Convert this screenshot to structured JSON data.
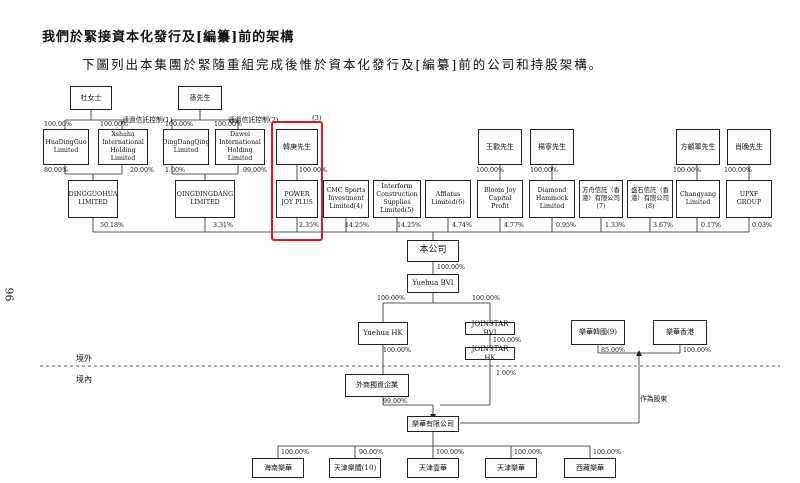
{
  "header": {
    "title": "我們於緊接資本化發行及[編纂]前的架構",
    "intro": "下圖列出本集團於緊隨重組完成後惟於資本化發行及[編纂]前的公司和持股架構。"
  },
  "page_number": "96",
  "top_persons": [
    {
      "id": "du",
      "label": "杜女士"
    },
    {
      "id": "sun",
      "label": "孫先生"
    },
    {
      "id": "han",
      "label": "韓庚先生"
    },
    {
      "id": "wang",
      "label": "王歡先生"
    },
    {
      "id": "yang",
      "label": "楊寧先生"
    },
    {
      "id": "fang",
      "label": "方顧軍先生"
    },
    {
      "id": "xiao",
      "label": "肖晚先生"
    }
  ],
  "trust_notes": {
    "du": "通過信託控制(1)",
    "sun": "通過信託控制(2)",
    "han": "(3)"
  },
  "holding_cos": [
    {
      "id": "huading",
      "label": "HuaDingGuo Limited"
    },
    {
      "id": "xshaha",
      "label": "Xshaha International Holding Limited"
    },
    {
      "id": "dingdang",
      "label": "DingDangQing Limited"
    },
    {
      "id": "dawei",
      "label": "Dawei International Holding Limited"
    },
    {
      "id": "changyang",
      "label": "Changyang Limited"
    }
  ],
  "shareholders": [
    {
      "id": "dinggh",
      "label": "DINGGUOHUA LIMITED",
      "pct": "50.18%"
    },
    {
      "id": "qingdd",
      "label": "QINGDINGDANG LIMITED",
      "pct": "3.31%"
    },
    {
      "id": "powerjoy",
      "label": "POWER JOY PLUS",
      "pct": "2.35%"
    },
    {
      "id": "cmc",
      "label": "CMC Sports Investment Limited(4)",
      "pct": "14.25%"
    },
    {
      "id": "interform",
      "label": "Interform Construction Supplies Limited(5)",
      "pct": "14.25%"
    },
    {
      "id": "afflatus",
      "label": "Afflatus Limited(6)",
      "pct": "4.74%"
    },
    {
      "id": "bloomjoy",
      "label": "Bloom Joy Capital Profit",
      "pct": "4.77%"
    },
    {
      "id": "diamond",
      "label": "Diamond Hammock Limited",
      "pct": "0.95%"
    },
    {
      "id": "fangzhou",
      "label": "方舟信託（香港）有限公司(7)",
      "pct": "1.33%"
    },
    {
      "id": "shengshi",
      "label": "盛石信託（香港）有限公司(8)",
      "pct": "3.67%"
    },
    {
      "id": "changyang_sh",
      "label": "Changyang Limited",
      "pct": "0.17%"
    },
    {
      "id": "upxf",
      "label": "UPXF GROUP",
      "pct": "0.03%"
    }
  ],
  "upper_pcts": {
    "du_huading": "100.00%",
    "du_xshaha": "100.00%",
    "sun_dingdang": "100.00%",
    "sun_dawei": "100.00%",
    "huading_dinggh": "80.00%",
    "xshaha_dinggh": "20.00%",
    "dingdang_qingdd": "1.00%",
    "dawei_qingdd": "99.00%",
    "han_powerjoy": "100.00%",
    "wang_bloomjoy": "100.00%",
    "yang_diamond": "100.00%",
    "fang_changyang": "100.00%",
    "xiao_upxf": "100.00%"
  },
  "company": {
    "label": "本公司",
    "pct": "100.00%"
  },
  "bvi": {
    "label": "Yuehua BVI",
    "pct_left": "100.00%",
    "pct_right": "100.00%"
  },
  "hk": {
    "label": "Yuehua HK",
    "pct": "100.00%"
  },
  "joinstar_bvi": {
    "label": "JOINSTAR BVI",
    "pct": "100.00%"
  },
  "joinstar_hk": {
    "label": "JOINSTAR HK",
    "pct": "1.00%"
  },
  "korea": {
    "label": "樂華韓國(9)",
    "pct": "85.00%"
  },
  "yuehua_hk2": {
    "label": "樂華香港",
    "pct": "100.00%"
  },
  "offshore": "境外",
  "onshore": "境內",
  "wfoe": {
    "label": "外商獨資企業",
    "pct": "99.00%"
  },
  "yuehua_co": {
    "label": "樂華有限公司"
  },
  "as_shareholder": "作為股東",
  "subsidiaries": [
    {
      "label": "海南樂華",
      "pct": "100.00%"
    },
    {
      "label": "天津樂體(10)",
      "pct": "90.00%"
    },
    {
      "label": "天津壹華",
      "pct": "100.00%"
    },
    {
      "label": "天津樂華",
      "pct": "100.00%"
    },
    {
      "label": "西藏樂華",
      "pct": "100.00%"
    }
  ]
}
